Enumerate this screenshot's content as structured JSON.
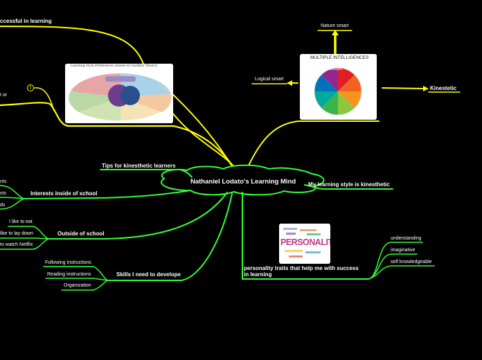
{
  "central": {
    "label": "Nathaniel Lodato's Learning Mind"
  },
  "branches": {
    "top_left": {
      "label": "ccessful in  learning"
    },
    "left_partial": {
      "label": "t or"
    },
    "tips": {
      "label": "Tips for kinesthetic learners"
    },
    "interests": {
      "label": "Interests inside of school",
      "children": [
        "nts",
        "sts",
        "ds"
      ]
    },
    "outside": {
      "label": "Outside of school",
      "children": [
        "I like to eat",
        "like to lay down",
        "to watch Netflix"
      ]
    },
    "skills": {
      "label": "Skills I need to develope",
      "children": [
        "Following instructions",
        "Reading instructions",
        "Organization"
      ]
    },
    "style": {
      "label": "My learning style is kinesthetic"
    },
    "intelligences": {
      "title": "MULTIPLE INTELLIGENCES",
      "subtopic": "Subtopic",
      "nature": "Nature smart",
      "logical": "Logical smart",
      "kinestetic": "Kinestetic"
    },
    "personality": {
      "label": "personality traits that help me with success in learning",
      "image_word": "PERSONALITY",
      "children": [
        "understanding",
        "imaginative",
        "self knowledgeable"
      ]
    },
    "learning_styles_image": {
      "title": "Learning Style Preferences (based on Gardner Theory)"
    },
    "marker": {
      "text": "2"
    }
  },
  "colors": {
    "yellow": "#ffff00",
    "green": "#33ff33",
    "background": "#000000"
  }
}
